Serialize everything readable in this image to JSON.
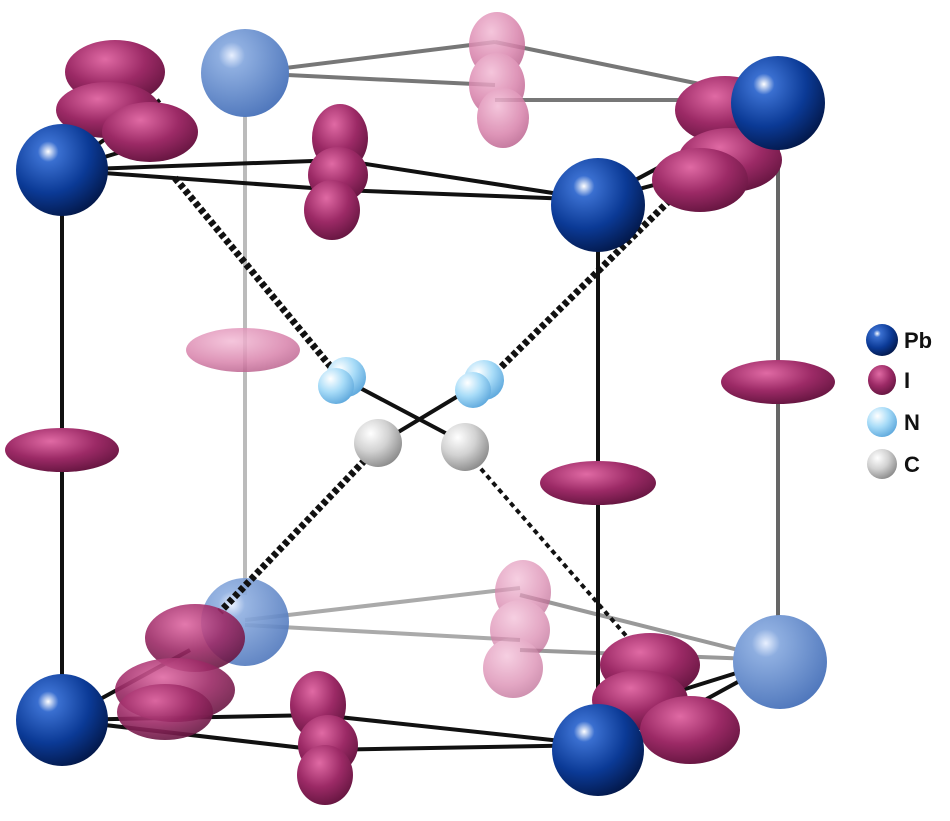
{
  "legend": {
    "items": [
      {
        "label": "Pb",
        "color": "#0b3a96",
        "icon": "lead-atom-icon"
      },
      {
        "label": "I",
        "color": "#9c2a66",
        "icon": "iodine-atom-icon"
      },
      {
        "label": "N",
        "color": "#9fd6f5",
        "icon": "nitrogen-atom-icon"
      },
      {
        "label": "C",
        "color": "#c8c8c8",
        "icon": "carbon-atom-icon"
      }
    ]
  },
  "colors": {
    "pb": "#0b3a96",
    "pb_back": "#5f86c8",
    "iodine": "#9c2a66",
    "iodine_back": "#d67aa6",
    "nitrogen": "#9fd6f5",
    "carbon": "#c8c8c8",
    "bond": "#111111",
    "bond_back": "#888888"
  }
}
